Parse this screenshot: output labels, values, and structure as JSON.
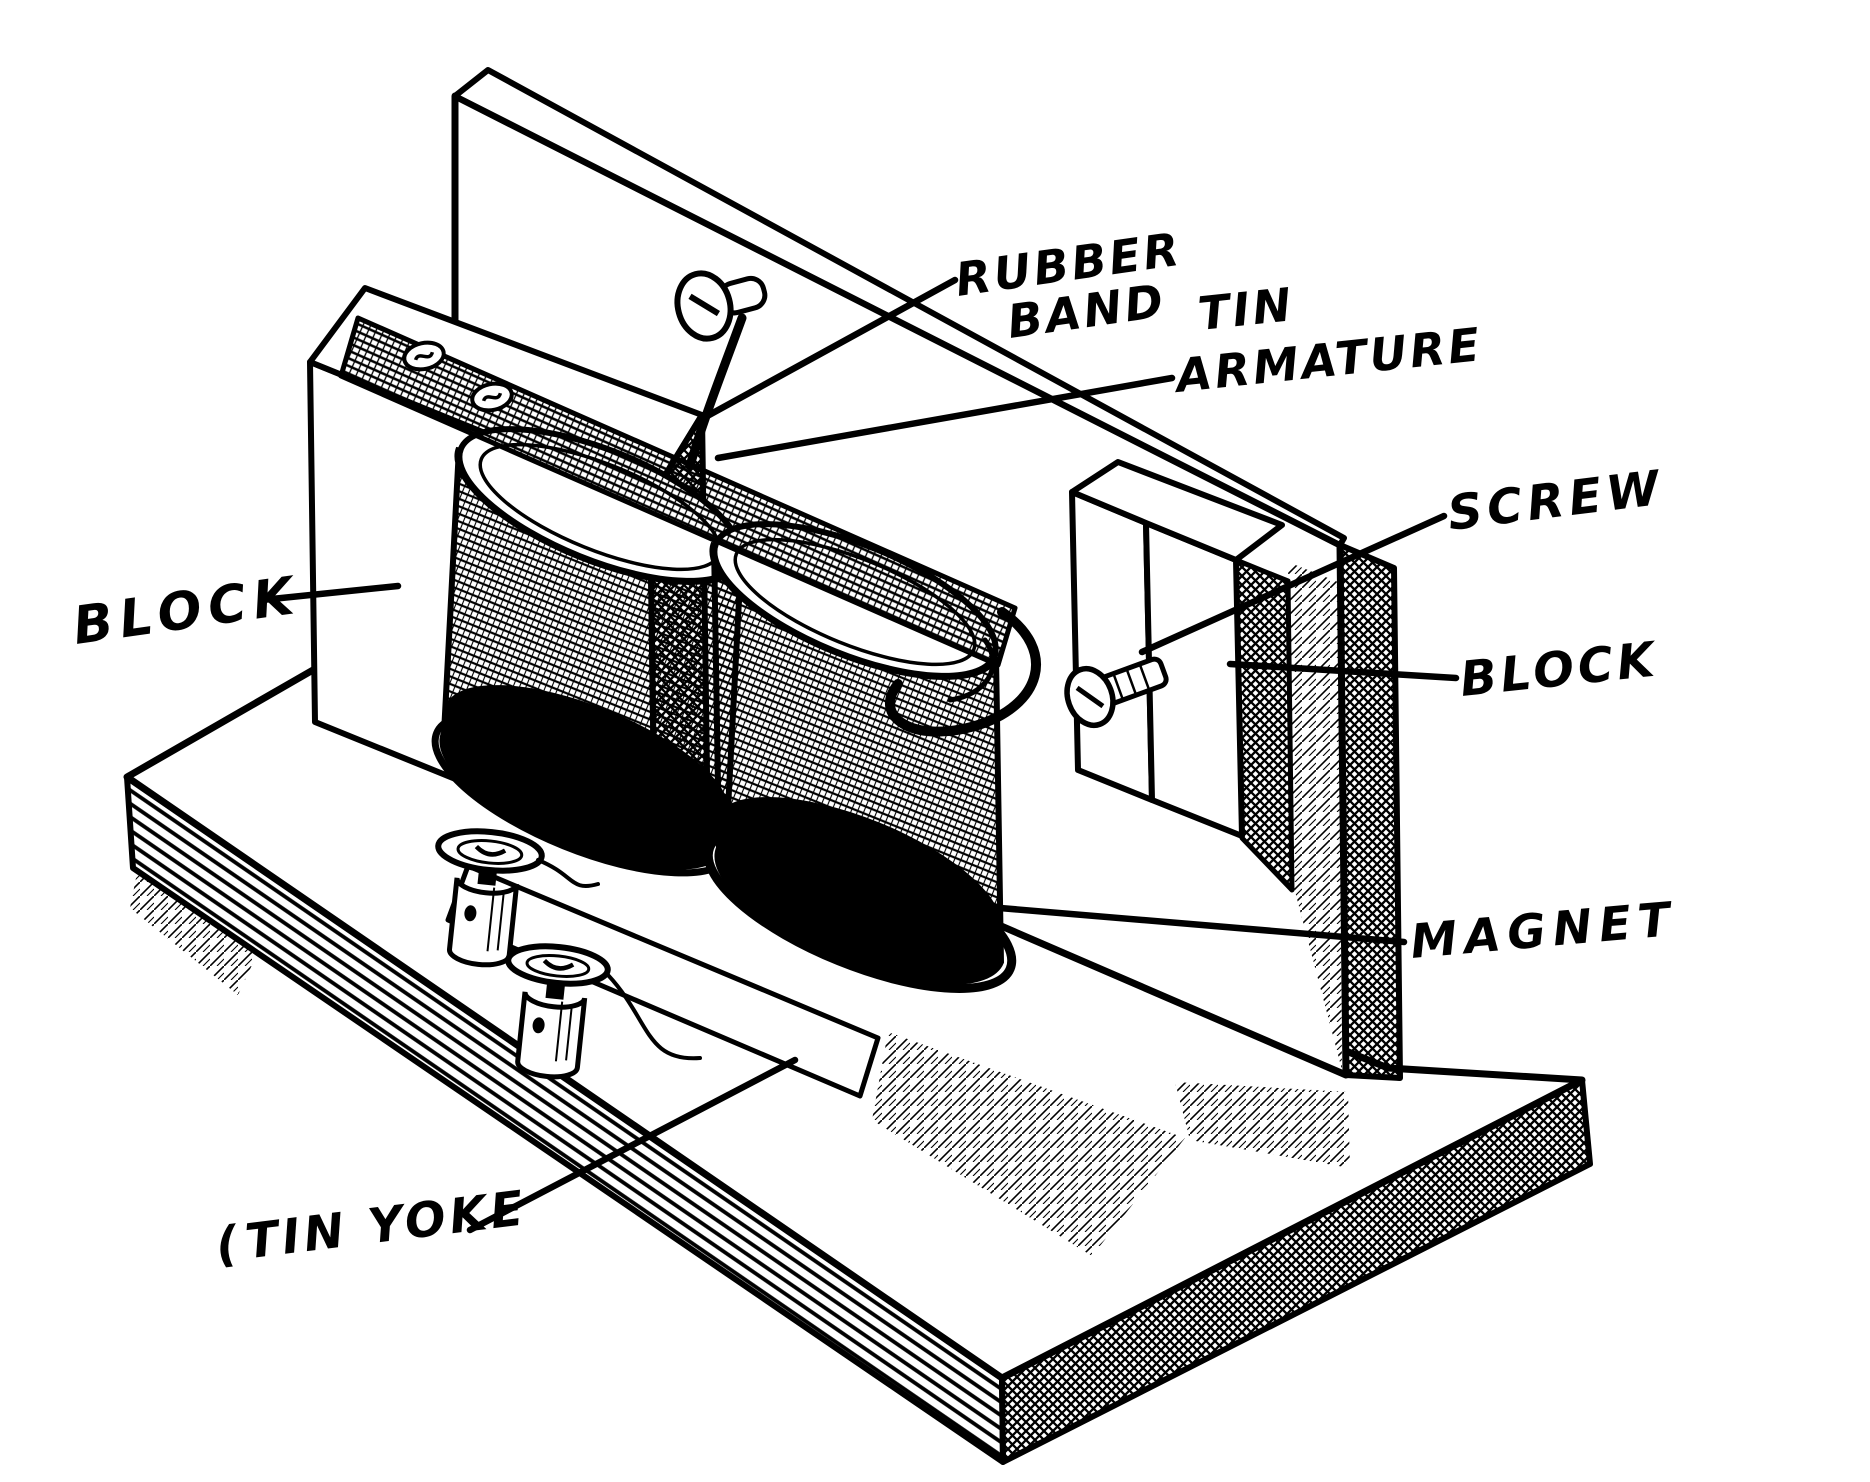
{
  "figure": {
    "ink_color": "#000000",
    "paper_color": "#ffffff"
  },
  "labels": {
    "rubber_band": {
      "line1": "RUBBER",
      "line2": "BAND"
    },
    "tin_armature": {
      "line1": "TIN",
      "line2": "ARMATURE"
    },
    "screw": "SCREW",
    "block_right": "BLOCK",
    "magnet": "MAGNET",
    "block_left": "BLOCK",
    "tin_yoke_prefix": "(",
    "tin_yoke": "TIN YOKE"
  }
}
